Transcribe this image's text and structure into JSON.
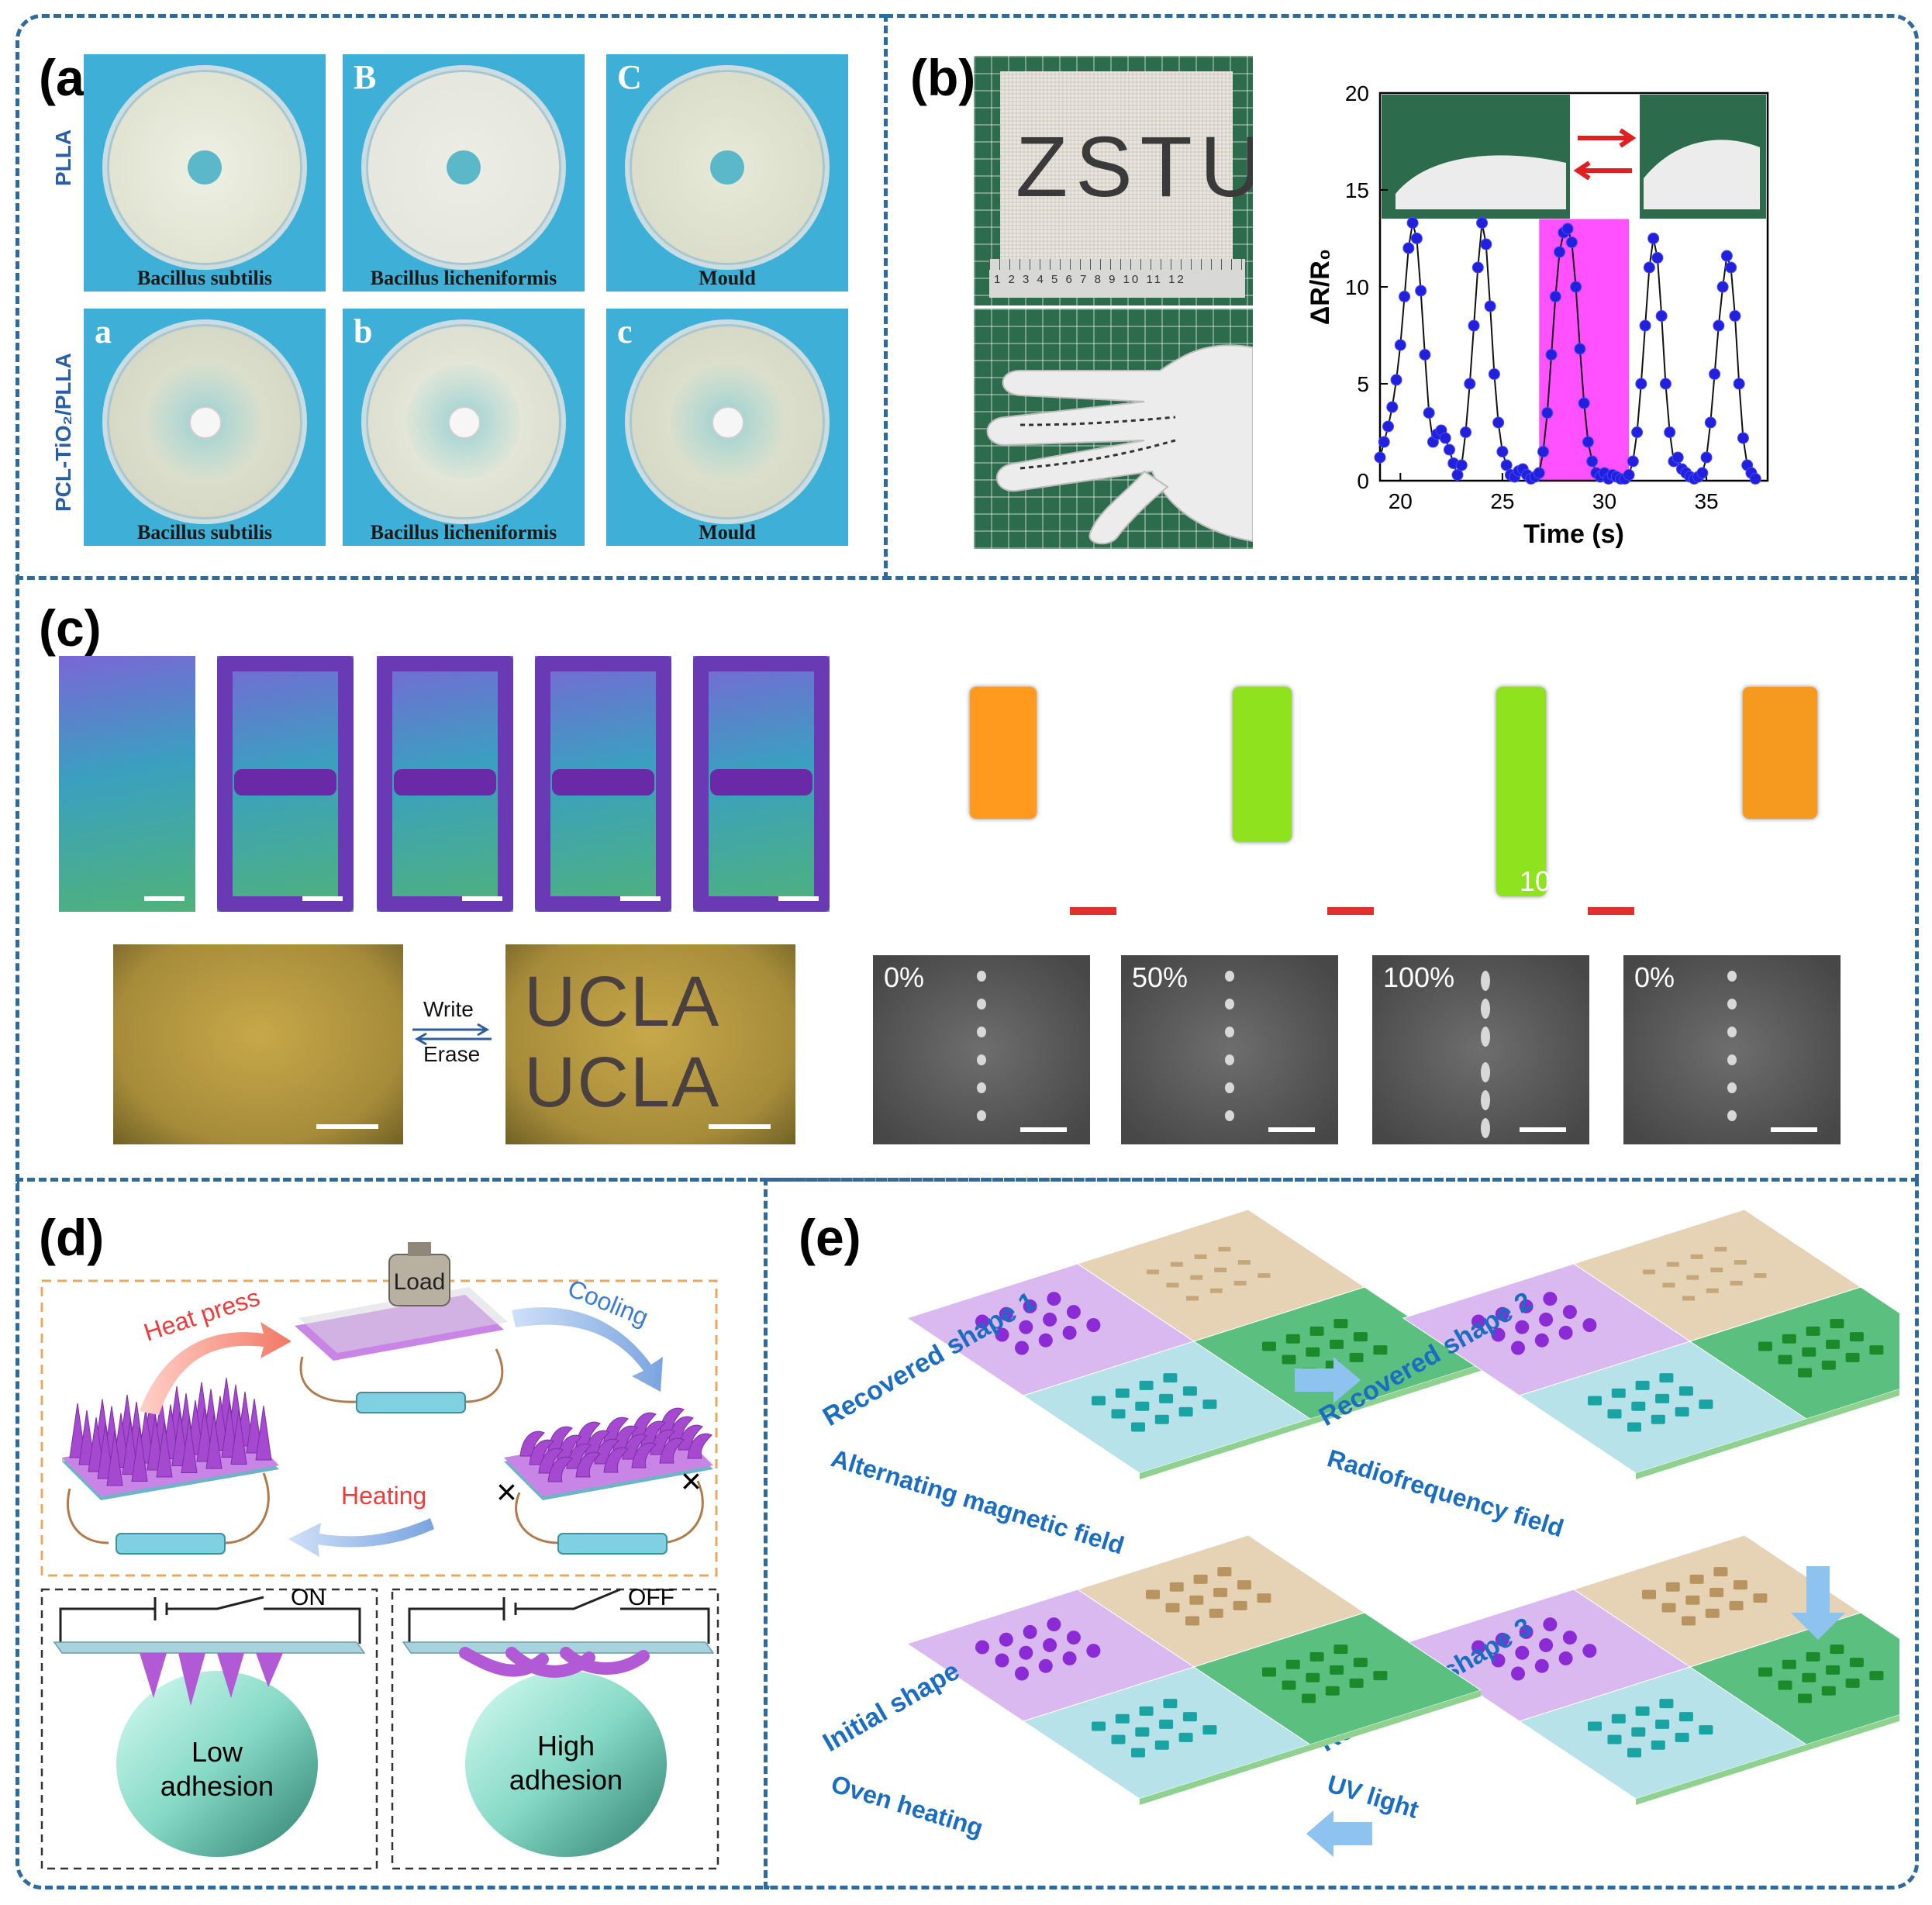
{
  "panels": {
    "a": {
      "label": "(a)",
      "row_labels": [
        "PLLA",
        "PCL-TiO₂/PLLA"
      ],
      "tiles": [
        {
          "letter": "",
          "caption": "Bacillus subtilis"
        },
        {
          "letter": "B",
          "caption": "Bacillus licheniformis"
        },
        {
          "letter": "C",
          "caption": "Mould"
        },
        {
          "letter": "a",
          "caption": "Bacillus subtilis"
        },
        {
          "letter": "b",
          "caption": "Bacillus licheniformis"
        },
        {
          "letter": "c",
          "caption": "Mould"
        }
      ]
    },
    "b": {
      "label": "(b)",
      "fabric_text": "ZSTU",
      "ruler_text": "1 2 3 4 5 6 7 8 9 10 11 12"
    },
    "c": {
      "label": "(c)",
      "strain_labels": [
        "0%",
        "50%",
        "100%",
        "0%"
      ],
      "sem_labels": [
        "0%",
        "50%",
        "100%",
        "0%"
      ],
      "write_label": "Write",
      "erase_label": "Erase",
      "ucla_text": "UCLA"
    },
    "d": {
      "label": "(d)",
      "heat_press": "Heat press",
      "load": "Load",
      "cooling": "Cooling",
      "heating": "Heating",
      "on": "ON",
      "off": "OFF",
      "low_1": "Low",
      "low_2": "adhesion",
      "high_1": "High",
      "high_2": "adhesion"
    },
    "e": {
      "label": "(e)",
      "states": [
        {
          "title": "Recovered shape 1",
          "stimulus": "Alternating magnetic field"
        },
        {
          "title": "Recovered shape 2",
          "stimulus": "Radiofrequency field"
        },
        {
          "title": "Recovered shape 3",
          "stimulus": "UV light"
        },
        {
          "title": "Initial shape",
          "stimulus": "Oven heating"
        }
      ]
    }
  },
  "chart_data": {
    "type": "line",
    "xlabel": "Time (s)",
    "ylabel": "ΔR/R₀",
    "xlim": [
      19,
      38
    ],
    "ylim": [
      0,
      20
    ],
    "xticks": [
      20,
      25,
      30,
      35
    ],
    "yticks": [
      0,
      5,
      10,
      15,
      20
    ],
    "highlight": {
      "x_start": 26.8,
      "x_end": 31.2,
      "color": "#ff33ff"
    },
    "marker_color": "#2020dd",
    "series": [
      {
        "x": [
          19.0,
          19.2,
          19.4,
          19.6,
          19.8,
          20.0,
          20.2,
          20.4,
          20.6,
          20.8,
          21.0,
          21.2,
          21.4,
          21.6,
          21.8,
          22.0,
          22.2,
          22.4,
          22.6,
          22.8,
          23.0,
          23.2,
          23.4,
          23.6,
          23.8,
          24.0,
          24.2,
          24.4,
          24.6,
          24.8,
          25.0,
          25.2,
          25.4,
          25.6,
          25.8,
          26.0,
          26.2,
          26.4,
          26.6,
          26.8,
          27.0,
          27.2,
          27.4,
          27.6,
          27.8,
          28.0,
          28.2,
          28.4,
          28.6,
          28.8,
          29.0,
          29.2,
          29.4,
          29.6,
          29.8,
          30.0,
          30.2,
          30.4,
          30.6,
          30.8,
          31.0,
          31.2,
          31.4,
          31.6,
          31.8,
          32.0,
          32.2,
          32.4,
          32.6,
          32.8,
          33.0,
          33.2,
          33.4,
          33.6,
          33.8,
          34.0,
          34.2,
          34.4,
          34.6,
          34.8,
          35.0,
          35.2,
          35.4,
          35.6,
          35.8,
          36.0,
          36.2,
          36.4,
          36.6,
          36.8,
          37.0,
          37.2,
          37.4
        ],
        "y": [
          1.2,
          2.0,
          2.8,
          3.8,
          5.2,
          7.0,
          9.5,
          12.0,
          13.3,
          12.5,
          9.8,
          6.5,
          3.5,
          2.0,
          2.4,
          2.6,
          2.2,
          1.6,
          0.9,
          0.3,
          0.8,
          2.5,
          5.0,
          8.0,
          11.0,
          13.3,
          12.2,
          9.0,
          5.5,
          3.0,
          1.5,
          0.8,
          0.3,
          0.2,
          0.5,
          0.6,
          0.3,
          0.1,
          0.2,
          0.4,
          1.5,
          3.5,
          6.5,
          9.5,
          11.8,
          12.8,
          13.0,
          12.3,
          10.0,
          6.8,
          4.0,
          2.0,
          1.0,
          0.4,
          0.2,
          0.4,
          0.1,
          0.3,
          0.2,
          0.1,
          0.1,
          0.3,
          1.0,
          2.5,
          5.0,
          8.0,
          11.0,
          12.5,
          11.5,
          8.5,
          5.0,
          2.5,
          1.0,
          1.2,
          0.6,
          0.4,
          0.2,
          0.1,
          0.2,
          0.4,
          1.2,
          3.0,
          5.5,
          8.0,
          10.0,
          11.6,
          11.0,
          8.5,
          5.0,
          2.2,
          0.8,
          0.4,
          0.1
        ]
      }
    ]
  }
}
